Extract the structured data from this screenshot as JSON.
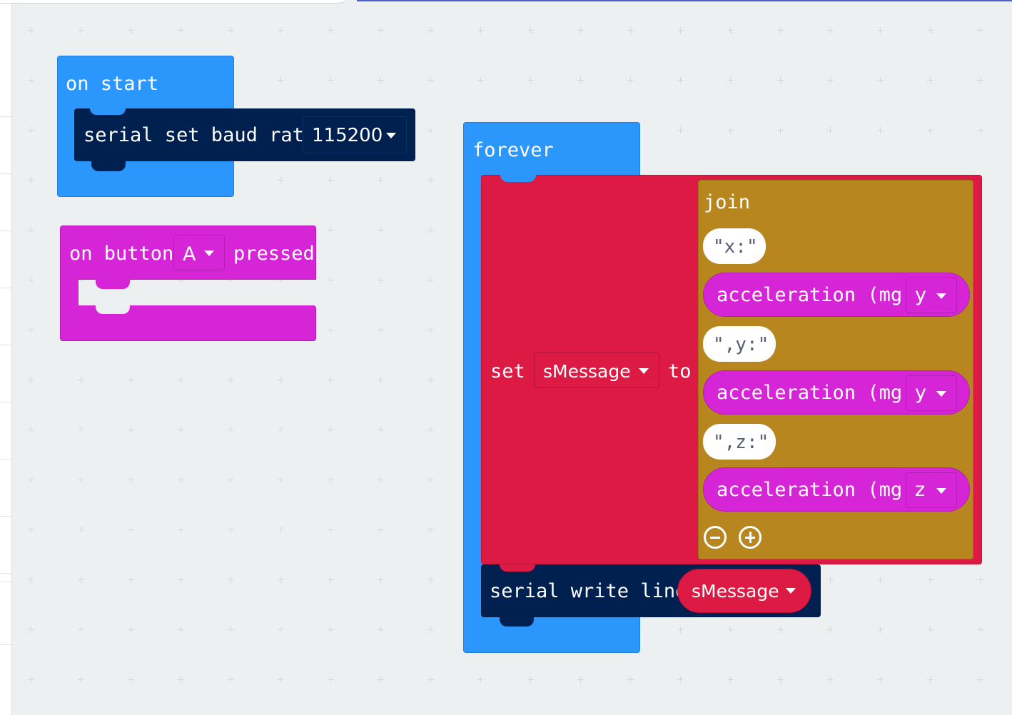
{
  "colors": {
    "workspace": "#ecf0f1",
    "basic_blue": "#2b97fd",
    "serial_navy": "#002050",
    "input_magenta": "#d525d6",
    "variable_red": "#dc1a43",
    "text_gold": "#b8861f",
    "top_accent": "#4a63d0"
  },
  "on_start": {
    "label": "on start",
    "serial_baud": {
      "label": "serial set baud rate",
      "value": "115200"
    }
  },
  "on_button": {
    "label_pre": "on button",
    "button_value": "A",
    "label_post": "pressed"
  },
  "forever": {
    "label": "forever",
    "set_block": {
      "label_set": "set",
      "variable": "sMessage",
      "label_to": "to",
      "join": {
        "label": "join",
        "items": [
          {
            "kind": "string",
            "text": "\"x:\""
          },
          {
            "kind": "acceleration",
            "label": "acceleration (mg)",
            "axis": "y"
          },
          {
            "kind": "string",
            "text": "\",y:\""
          },
          {
            "kind": "acceleration",
            "label": "acceleration (mg)",
            "axis": "y"
          },
          {
            "kind": "string",
            "text": "\",z:\""
          },
          {
            "kind": "acceleration",
            "label": "acceleration (mg)",
            "axis": "z"
          }
        ],
        "remove_icon": "minus-circle-icon",
        "add_icon": "plus-circle-icon"
      }
    },
    "serial_write": {
      "label": "serial write line",
      "variable": "sMessage"
    }
  }
}
